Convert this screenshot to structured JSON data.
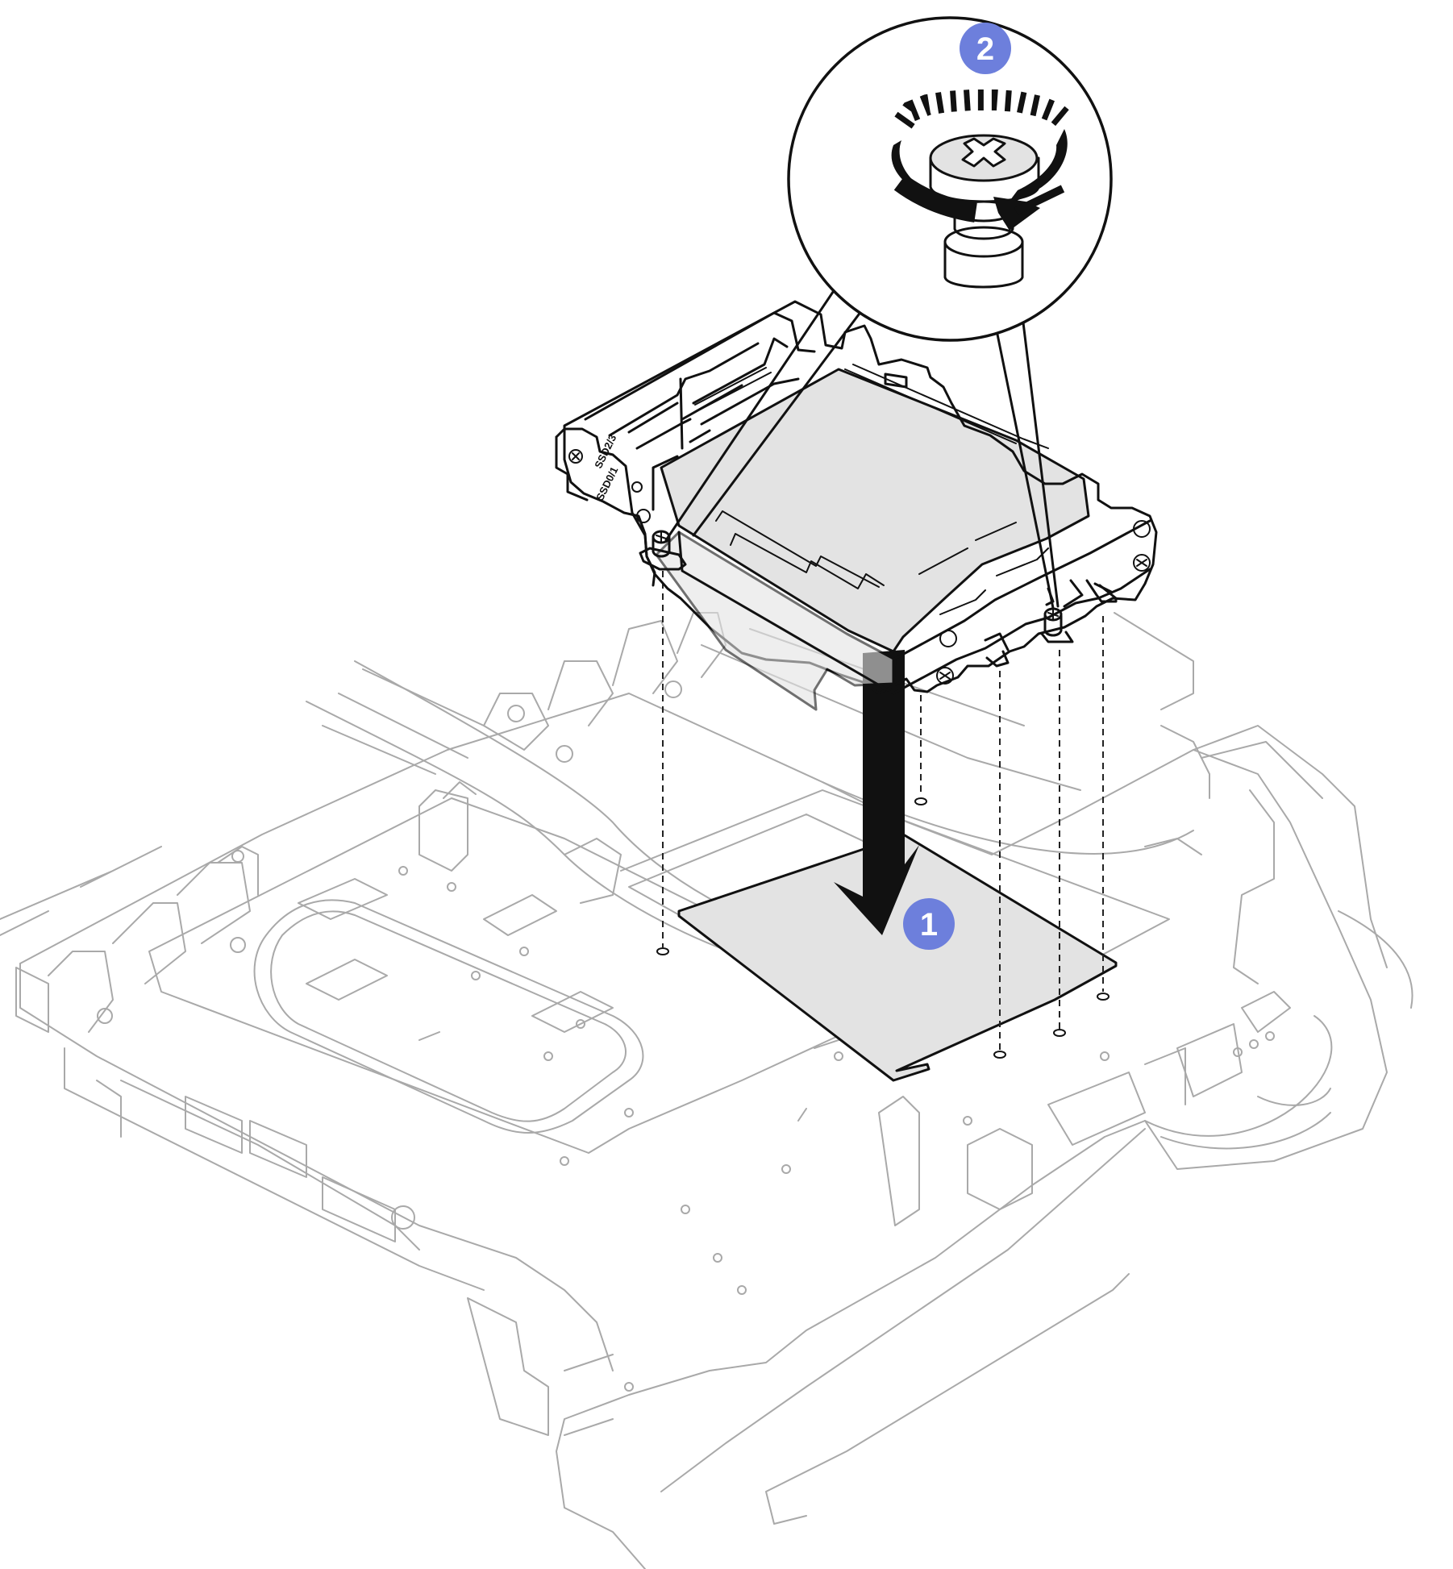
{
  "callouts": [
    {
      "number": "1",
      "meaning": "lower the drive cage onto the tray"
    },
    {
      "number": "2",
      "meaning": "tighten the captive screws"
    }
  ],
  "cage_labels": {
    "upper_bay": "SSD2/3",
    "lower_bay": "SSD0/1"
  },
  "colors": {
    "callout": "#6d7fdc",
    "line_art": "#111111",
    "tray_lines": "#a9a9a9",
    "cage_fill": "#e3e3e3"
  },
  "icons": [
    "down-arrow-icon",
    "rotation-arrow-icon",
    "phillips-screw-icon"
  ]
}
